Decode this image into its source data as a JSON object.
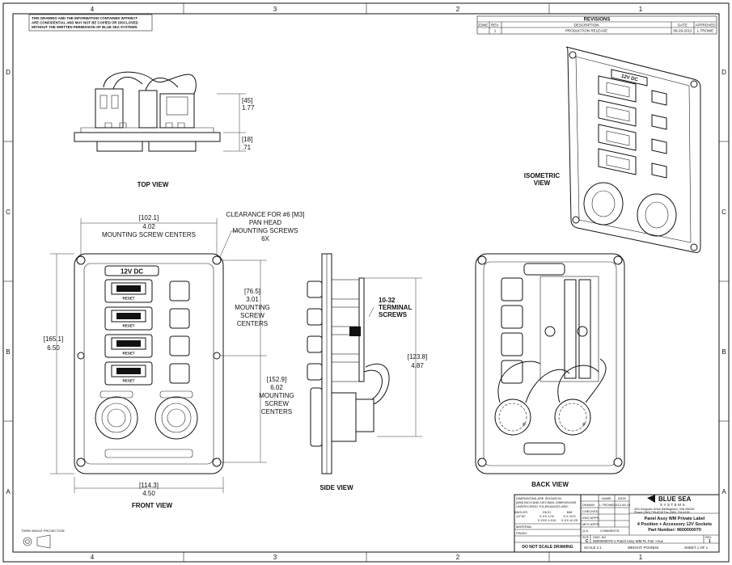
{
  "border": {
    "zones_top": [
      "4",
      "3",
      "2",
      "1"
    ],
    "zones_bottom": [
      "4",
      "3",
      "2",
      "1"
    ],
    "zones_left": [
      "D",
      "C",
      "B",
      "A"
    ],
    "zones_right": [
      "D",
      "C",
      "B",
      "A"
    ]
  },
  "proprietary_notice": [
    "THIS DRAWING AND THE INFORMATION CONTAINED WITHIN IT",
    "ARE CONFIDENTIAL AND MAY NOT BE COPIED OR DISCLOSED",
    "WITHOUT THE WRITTEN PERMISSION OF BLUE SEA SYSTEMS."
  ],
  "revisions": {
    "title": "REVISIONS",
    "headers": [
      "ZONE",
      "REV.",
      "DESCRIPTION",
      "DATE",
      "APPROVED"
    ],
    "row": [
      "",
      "1",
      "PRODUCTION RELEASE",
      "09-29-2012",
      "L.TROWE"
    ]
  },
  "views": {
    "top": "TOP VIEW",
    "front": "FRONT VIEW",
    "side": "SIDE VIEW",
    "back": "BACK VIEW",
    "isometric": [
      "ISOMETRIC",
      "VIEW"
    ]
  },
  "panel_label": "12V DC",
  "switch_label": "RESET",
  "dimensions": {
    "top_45": [
      "45",
      "1.77"
    ],
    "top_18": [
      "18",
      ".71"
    ],
    "width_mount": [
      "102.1",
      "4.02",
      "MOUNTING SCREW CENTERS"
    ],
    "clearance_note": [
      "CLEARANCE FOR #6 [M3]",
      "PAN HEAD",
      "MOUNTING SCREWS",
      "6X"
    ],
    "height_mount_76": [
      "76.5",
      "3.01",
      "MOUNTING",
      "SCREW",
      "CENTERS"
    ],
    "height_mount_152": [
      "152.9",
      "6.02",
      "MOUNTING",
      "SCREW",
      "CENTERS"
    ],
    "height_overall": [
      "165.1",
      "6.50"
    ],
    "width_overall": [
      "114.3",
      "4.50"
    ],
    "side_123": [
      "123.8",
      "4.87"
    ],
    "terminal_note": [
      "10-32",
      "TERMINAL",
      "SCREWS"
    ]
  },
  "title_block": {
    "company": "BLUE SEA",
    "company_sub": "SYSTEMS",
    "address": [
      "425 Sequoia Drive   Bellingham, WA 98226",
      "Phone (360) 738-8230   Fax (360) 734-4195"
    ],
    "title": [
      "Panel Assy WM Private Label",
      "4 Position + Accessory 12V Sockets"
    ],
    "part_number": "Part Number: 9600000070",
    "drawing_line": "9600000070-1 Panel Assy WM PL Fan +Aux",
    "size_label": "SIZE",
    "size": "C",
    "dwg_label": "DWG. NO.",
    "rev_label": "REV.",
    "rev": "1",
    "scale": "SCALE 1:1",
    "weight": "WEIGHT: POUNDS",
    "sheet": "SHEET 1 OF 1",
    "do_not_scale": "DO NOT SCALE DRAWING",
    "name_label": "NAME",
    "date_label": "DATE",
    "drawn_label": "DRAWN",
    "drawn_name": "L.TROWE",
    "drawn_date": "2012-09-15",
    "checked_label": "CHECKED",
    "eng_appr_label": "ENG APPR.",
    "mfg_appr_label": "MFG APPR.",
    "qa_label": "Q.A.",
    "comments_label": "COMMENTS:",
    "material_label": "MATERIAL",
    "finish_label": "FINISH",
    "tolerance_notes": [
      "DIMENSIONS ARE SHOWN IN",
      "[MM] INCH AND DECIMAL DIMENSIONS",
      "UNSPECIFIED TOLERANCES ARE:"
    ],
    "tolerance_table": [
      [
        "ANGLES",
        "INCH",
        "MM"
      ],
      [
        "±0°30'",
        "X.XX ±.02",
        "X.X ±0.5"
      ],
      [
        "",
        "X.XXX ±.010",
        "X.XX ±0.25"
      ]
    ],
    "projection": "THIRD ANGLE PROJECTION"
  }
}
